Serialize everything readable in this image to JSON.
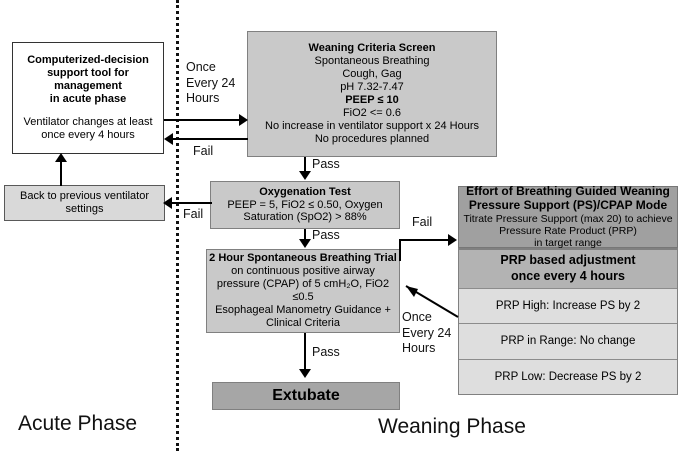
{
  "figure": {
    "phase_left": "Acute Phase",
    "phase_right": "Weaning Phase"
  },
  "boxes": {
    "cds_tool": {
      "title_line1": "Computerized-decision",
      "title_line2": "support tool for management",
      "title_line3": "in acute phase",
      "body_line1": "Ventilator changes at least",
      "body_line2": "once every 4 hours"
    },
    "back_to_previous": {
      "line1": "Back to previous ventilator",
      "line2": "settings"
    },
    "weaning_criteria": {
      "title": "Weaning Criteria Screen",
      "line1": "Spontaneous Breathing",
      "line2": "Cough, Gag",
      "line3": "pH 7.32-7.47",
      "line4": "PEEP ≤ 10",
      "line5": "FiO2 <= 0.6",
      "line6": "No increase in ventilator support x 24 Hours",
      "line7": "No procedures planned"
    },
    "oxygenation_test": {
      "title": "Oxygenation Test",
      "line1": "PEEP = 5, FiO2 ≤ 0.50, Oxygen",
      "line2": "Saturation (SpO2) > 88%"
    },
    "sbt": {
      "title": "2 Hour Spontaneous Breathing Trial",
      "line1": "on continuous positive airway",
      "line2": "pressure (CPAP) of 5 cmH₂O, FiO2",
      "line3": "≤0.5",
      "line4": "Esophageal Manometry Guidance +",
      "line5": "Clinical Criteria"
    },
    "extubate": {
      "label": "Extubate"
    },
    "effort_of_breathing": {
      "title_line1": "Effort of Breathing Guided Weaning",
      "title_line2": "Pressure Support (PS)/CPAP Mode",
      "body_line1": "Titrate Pressure Support (max 20) to achieve",
      "body_line2": "Pressure Rate Product (PRP)",
      "body_line3": "in target range"
    },
    "prp_adjustment": {
      "header_line1": "PRP based adjustment",
      "header_line2": "once every 4 hours",
      "rows": [
        "PRP High: Increase PS by 2",
        "PRP in Range: No change",
        "PRP Low: Decrease PS by 2"
      ]
    }
  },
  "edge_labels": {
    "once_every_24_hours_top": "Once\nEvery 24\nHours",
    "fail_to_cds": "Fail",
    "pass_to_oxygenation": "Pass",
    "fail_to_back_previous": "Fail",
    "pass_to_sbt": "Pass",
    "fail_to_effort": "Fail",
    "once_every_24_hours_right": "Once\nEvery 24\nHours",
    "pass_to_extubate": "Pass"
  },
  "colors": {
    "box_white": "#ffffff",
    "box_light_gray": "#d9d9d9",
    "box_mid_gray": "#c9c9c9",
    "box_dark_gray": "#a6a6a6",
    "line_color": "#000000",
    "divider_color": "#111111"
  }
}
